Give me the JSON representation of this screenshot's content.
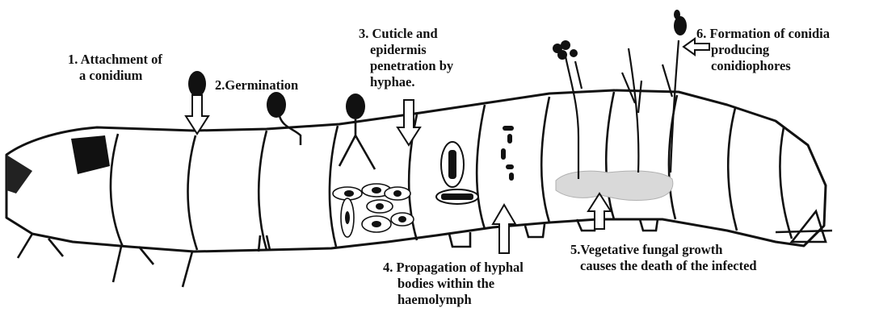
{
  "diagram": {
    "colors": {
      "ink": "#111111",
      "body_fill": "#ffffff",
      "growth_fill": "#d9d9d9"
    },
    "labels": [
      {
        "id": "attachment",
        "lines": [
          "1. Attachment of",
          "a conidium"
        ]
      },
      {
        "id": "germination",
        "lines": [
          "2.Germination"
        ]
      },
      {
        "id": "penetration",
        "lines": [
          "3. Cuticle and",
          "epidermis",
          "penetration by",
          "hyphae."
        ]
      },
      {
        "id": "propagation",
        "lines": [
          "4. Propagation of hyphal",
          "bodies within the",
          "haemolymph"
        ]
      },
      {
        "id": "vegetative",
        "lines": [
          "5.Vegetative fungal growth",
          "causes the death of the infected"
        ]
      },
      {
        "id": "conidia",
        "lines": [
          "6. Formation of conidia",
          "producing",
          "conidiophores"
        ]
      }
    ]
  }
}
